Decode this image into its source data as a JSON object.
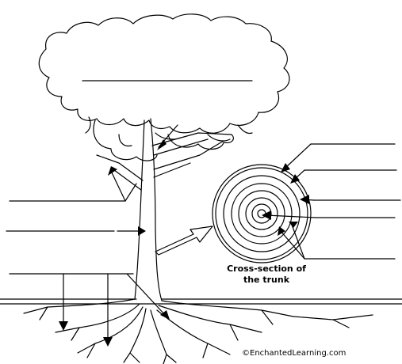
{
  "diagram": {
    "caption_line1": "Cross-section of",
    "caption_line2": "the trunk",
    "credit": "©EnchantedLearning.com",
    "blank_labels": [
      "canopy-blank",
      "branch-blank",
      "trunk-blank",
      "roots-blank",
      "ring-outer-blank",
      "ring-second-blank",
      "ring-third-blank",
      "ring-center-blank",
      "ring-inner-blank"
    ],
    "colors": {
      "stroke": "#000000",
      "background": "#ffffff"
    }
  }
}
